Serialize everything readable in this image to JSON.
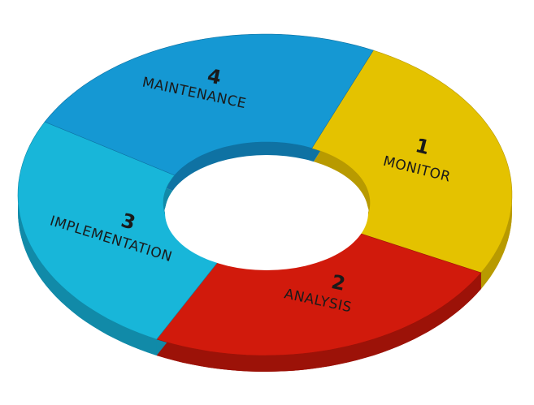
{
  "diagram": {
    "segments": [
      {
        "number": "1",
        "label": "MONITOR",
        "color": "#e4c200",
        "side_color": "#b89a00"
      },
      {
        "number": "2",
        "label": "ANALYSIS",
        "color": "#d11a0c",
        "side_color": "#9c1208"
      },
      {
        "number": "3",
        "label": "IMPLEMENTATION",
        "color": "#18b6d9",
        "side_color": "#118aa8"
      },
      {
        "number": "4",
        "label": "MAINTENANCE",
        "color": "#1598d3",
        "side_color": "#0f72a3"
      }
    ]
  }
}
